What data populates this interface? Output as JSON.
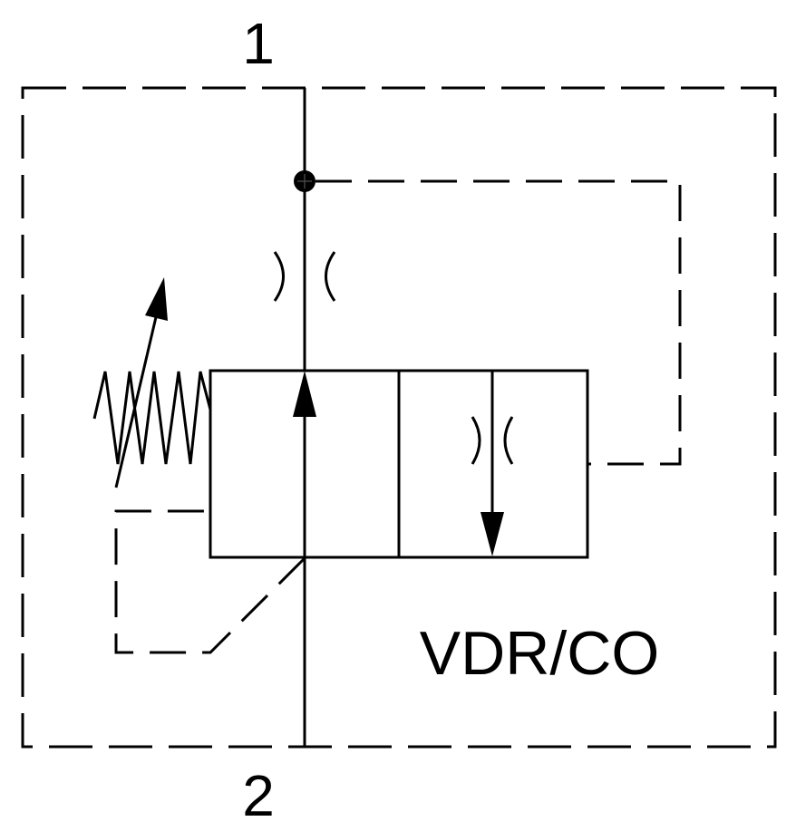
{
  "diagram": {
    "port_top": "1",
    "port_bottom": "2",
    "model": "VDR/CO"
  }
}
